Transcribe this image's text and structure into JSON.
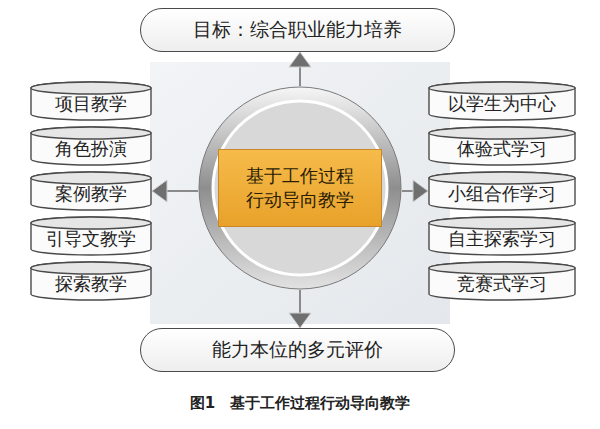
{
  "diagram": {
    "caption": "图1　基于工作过程行动导向教学",
    "nodes": [
      {
        "text": [
          "目标：综合职业能力培养"
        ]
      },
      {
        "text": [
          "项目教学"
        ]
      },
      {
        "text": [
          "角色扮演"
        ]
      },
      {
        "text": [
          "案例教学"
        ]
      },
      {
        "text": [
          "引导文教学"
        ]
      },
      {
        "text": [
          "探索教学"
        ]
      },
      {
        "text": [
          "基于工作过程 行动导向教学"
        ]
      },
      {
        "text": [
          "以学生为中心"
        ]
      },
      {
        "text": [
          "体验式学习"
        ]
      },
      {
        "text": [
          "小组合作学习"
        ]
      },
      {
        "text": [
          "自主探索学习"
        ]
      },
      {
        "text": [
          "竞赛式学习"
        ]
      },
      {
        "text": [
          "能力本位的多元评价"
        ]
      }
    ],
    "edges": [
      {
        "from": 6,
        "to": 0,
        "arrow": "to"
      },
      {
        "from": 6,
        "to": 3,
        "arrow": "to"
      },
      {
        "from": 6,
        "to": 9,
        "arrow": "to"
      },
      {
        "from": 6,
        "to": 12,
        "arrow": "to"
      }
    ]
  }
}
